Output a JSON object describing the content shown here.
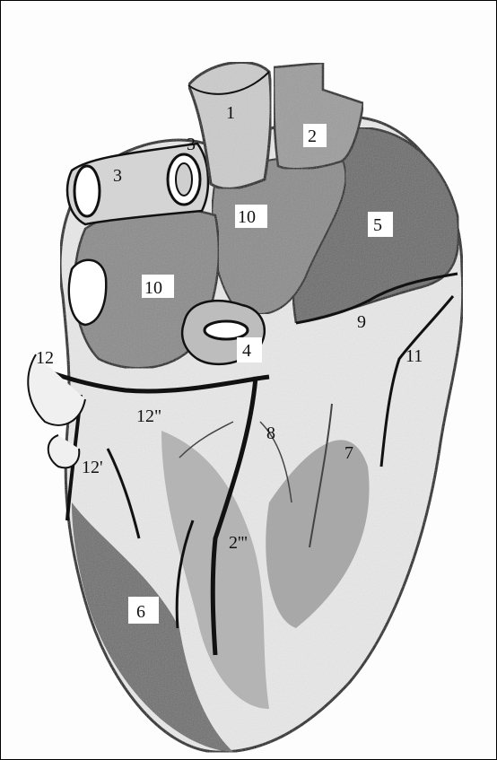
{
  "figure": {
    "labels": {
      "l1": "1",
      "l2": "2",
      "l3a": "3",
      "l3b": "3",
      "l4": "4",
      "l5": "5",
      "l6": "6",
      "l7": "7",
      "l8": "8",
      "l9": "9",
      "l10a": "10",
      "l10b": "10",
      "l11": "11",
      "l12": "12",
      "l12b": "12\"",
      "l12c": "12'",
      "l12d": "2'''"
    },
    "colors": {
      "dark_shade": "#5a5a5a",
      "mid_shade": "#8a8a8a",
      "light_shade": "#c8c8c8",
      "outline": "#111111"
    }
  }
}
